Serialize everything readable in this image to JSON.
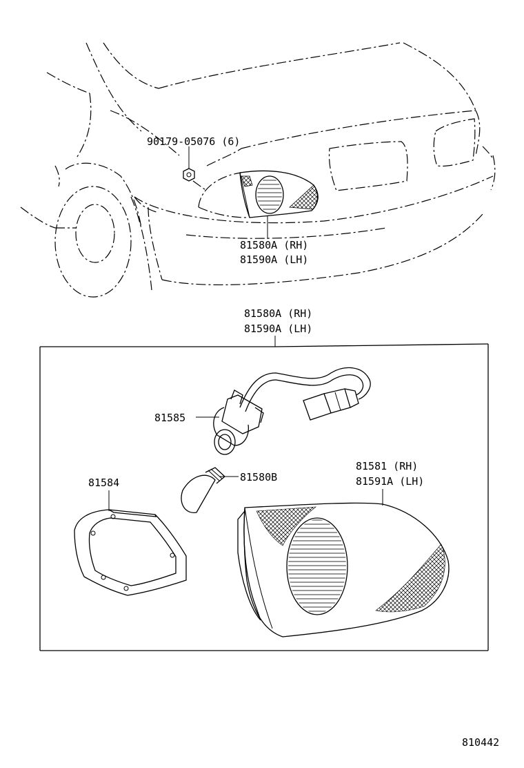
{
  "labels": {
    "clip_part": "90179-05076 (6)",
    "lamp_assy_rh_top": "81580A (RH)",
    "lamp_assy_lh_top": "81590A (LH)",
    "lamp_assy_rh_box": "81580A (RH)",
    "lamp_assy_lh_box": "81590A (LH)",
    "socket": "81585",
    "bulb": "81580B",
    "gasket": "81584",
    "lens_rh": "81581  (RH)",
    "lens_lh": "81591A (LH)",
    "figure_number": "810442"
  }
}
